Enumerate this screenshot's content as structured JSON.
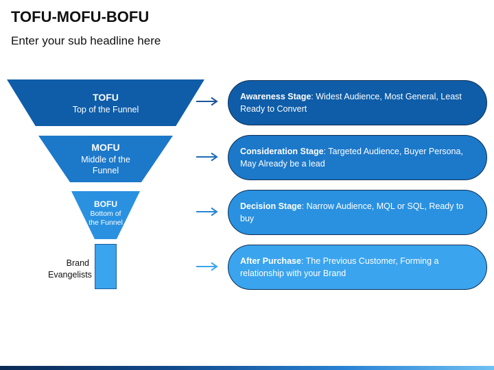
{
  "header": {
    "title": "TOFU-MOFU-BOFU",
    "subtitle": "Enter your sub headline here"
  },
  "funnel": [
    {
      "name": "TOFU",
      "description": "Top of the Funnel",
      "color": "#0f5da8"
    },
    {
      "name": "MOFU",
      "description": "Middle of the Funnel",
      "color": "#1c78c9"
    },
    {
      "name": "BOFU",
      "description": "Bottom of the Funnel",
      "color": "#2a91e0"
    }
  ],
  "brand": {
    "label": "Brand Evangelists",
    "color": "#3aa4ee"
  },
  "stages": [
    {
      "heading": "Awareness Stage",
      "separator": ":",
      "text": " Widest Audience, Most General, Least Ready to Convert",
      "color": "#0f5da8"
    },
    {
      "heading": "Consideration Stage",
      "separator": ":",
      "text": " Targeted Audience, Buyer Persona, May Already be a lead",
      "color": "#1c78c9"
    },
    {
      "heading": "Decision Stage",
      "separator": ":",
      "text": " Narrow Audience, MQL or SQL, Ready to buy",
      "color": "#2a91e0"
    },
    {
      "heading": "After Purchase",
      "separator": ":",
      "text": " The Previous Customer, Forming a relationship with your Brand",
      "color": "#3aa4ee"
    }
  ],
  "icons": {
    "arrow": "arrow-right-icon"
  },
  "colors": {
    "outline": "#0d2e52",
    "arrow_dark": "#1f5597",
    "arrow_light": "#3aa4ee"
  }
}
